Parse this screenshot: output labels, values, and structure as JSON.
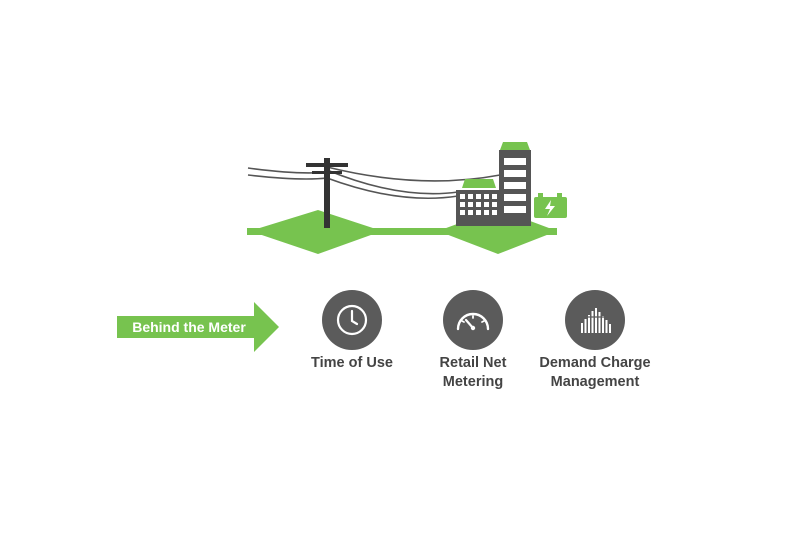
{
  "arrow": {
    "label": "Behind the Meter"
  },
  "features": [
    {
      "icon": "clock-icon",
      "lines": [
        "Time of Use"
      ]
    },
    {
      "icon": "gauge-icon",
      "lines": [
        "Retail Net",
        "Metering"
      ]
    },
    {
      "icon": "demand-bars-icon",
      "lines": [
        "Demand Charge",
        "Management"
      ]
    }
  ],
  "colors": {
    "accent": "#77c34f",
    "dark": "#555555",
    "text": "#444444"
  }
}
